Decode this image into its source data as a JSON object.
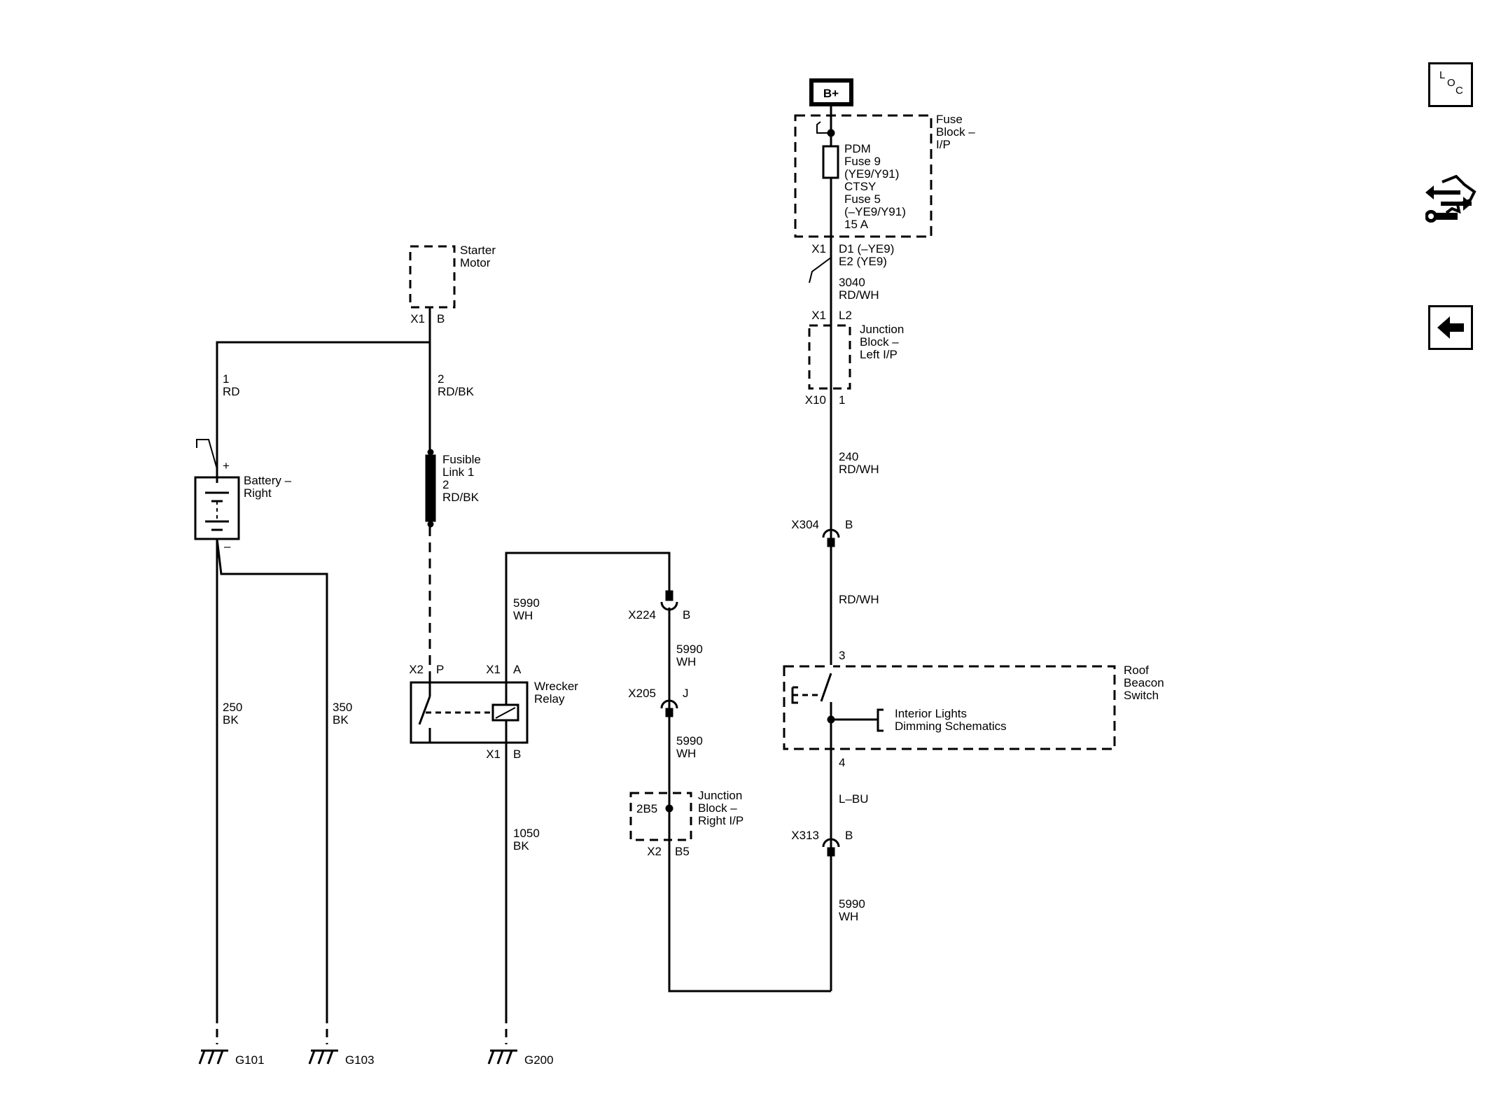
{
  "colors": {
    "ink": "#000000",
    "background": "#ffffff"
  },
  "power": {
    "b_plus": "B+"
  },
  "fuse_block": {
    "title": [
      "Fuse",
      "Block –",
      "I/P"
    ],
    "fuse_text": [
      "PDM",
      "Fuse 9",
      "(YE9/Y91)",
      "CTSY",
      "Fuse 5",
      "(–YE9/Y91)",
      "15 A"
    ],
    "connector": "X1",
    "pins": [
      "D1 (–YE9)",
      "E2 (YE9)"
    ]
  },
  "wire_3040": {
    "circuit": "3040",
    "color": "RD/WH"
  },
  "jb_left": {
    "connector_top": "X1",
    "pin_top": "L2",
    "title": [
      "Junction",
      "Block –",
      "Left I/P"
    ],
    "connector_bottom": "X10",
    "pin_bottom": "1"
  },
  "wire_240": {
    "circuit": "240",
    "color": "RD/WH"
  },
  "x304": {
    "connector": "X304",
    "pin": "B"
  },
  "wire_rdwh": {
    "color": "RD/WH"
  },
  "roof_beacon": {
    "title": [
      "Roof",
      "Beacon",
      "Switch"
    ],
    "pin_top": "3",
    "pin_bottom": "4",
    "interior_link": [
      "Interior Lights",
      "Dimming Schematics"
    ]
  },
  "wire_lbu": {
    "color": "L–BU"
  },
  "x313": {
    "connector": "X313",
    "pin": "B"
  },
  "wire_5990_right": {
    "circuit": "5990",
    "color": "WH"
  },
  "starter": {
    "title": [
      "Starter",
      "Motor"
    ],
    "connector": "X1",
    "pin": "B"
  },
  "wire_1": {
    "circuit": "1",
    "color": "RD"
  },
  "wire_2": {
    "circuit": "2",
    "color": "RD/BK"
  },
  "fusible_link": {
    "title": [
      "Fusible",
      "Link 1"
    ],
    "circuit": "2",
    "color": "RD/BK"
  },
  "battery": {
    "title": [
      "Battery –",
      "Right"
    ],
    "plus": "+",
    "minus": "–"
  },
  "wire_250": {
    "circuit": "250",
    "color": "BK"
  },
  "wire_350": {
    "circuit": "350",
    "color": "BK"
  },
  "relay": {
    "title": [
      "Wrecker",
      "Relay"
    ],
    "conn_p": "X2",
    "pin_p": "P",
    "conn_a": "X1",
    "pin_a": "A",
    "conn_b": "X1",
    "pin_b": "B"
  },
  "wire_5990_a": {
    "circuit": "5990",
    "color": "WH"
  },
  "wire_1050": {
    "circuit": "1050",
    "color": "BK"
  },
  "x224": {
    "connector": "X224",
    "pin": "B"
  },
  "wire_5990_b": {
    "circuit": "5990",
    "color": "WH"
  },
  "x205": {
    "connector": "X205",
    "pin": "J"
  },
  "wire_5990_c": {
    "circuit": "5990",
    "color": "WH"
  },
  "jb_right": {
    "inner": "2B5",
    "title": [
      "Junction",
      "Block –",
      "Right I/P"
    ],
    "connector": "X2",
    "pin": "B5"
  },
  "grounds": [
    "G101",
    "G103",
    "G200"
  ],
  "side_panel": {
    "loc_icon": [
      "L",
      "O",
      "C"
    ],
    "icons": [
      "loc-icon",
      "connector-wrench-icon",
      "back-arrow-icon"
    ]
  }
}
